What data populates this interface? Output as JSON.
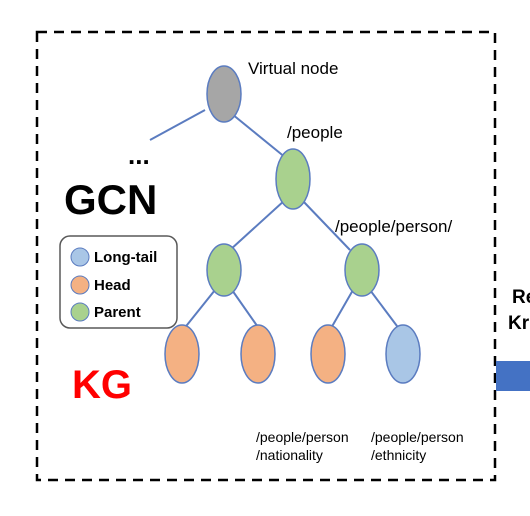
{
  "labels": {
    "virtual_node": "Virtual node",
    "people": "/people",
    "people_person": "/people/person/",
    "ellipsis": "...",
    "gcn": "GCN",
    "kg": "KG",
    "leaf_nationality_line1": "/people/person",
    "leaf_nationality_line2": "/nationality",
    "leaf_ethnicity_line1": "/people/person",
    "leaf_ethnicity_line2": "/ethnicity",
    "cut_off_line1": "Re",
    "cut_off_line2": "Kr"
  },
  "legend": [
    {
      "label": "Long-tail",
      "color": "#a9c6e6"
    },
    {
      "label": "Head",
      "color": "#f4b183"
    },
    {
      "label": "Parent",
      "color": "#a9d18e"
    }
  ],
  "colors": {
    "virtual_node": "#a6a6a6",
    "parent": "#a9d18e",
    "head": "#f4b183",
    "long_tail": "#a9c6e6",
    "edge": "#5b7cc0",
    "kg_text": "#ff0000",
    "cut_off_bar": "#4472c4"
  }
}
